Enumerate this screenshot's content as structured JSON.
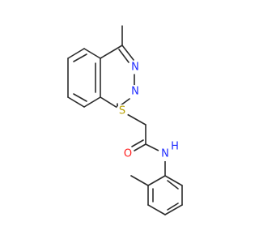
{
  "molecule": {
    "atoms": [
      {
        "symbol": "N",
        "color": "#1f2bff"
      },
      {
        "symbol": "N",
        "color": "#1f2bff"
      },
      {
        "symbol": "S",
        "color": "#b8a000"
      },
      {
        "symbol": "O",
        "color": "#ff1f1f"
      },
      {
        "symbol": "N",
        "color": "#1f2bff"
      },
      {
        "symbol": "H",
        "color": "#1f2bff"
      }
    ]
  }
}
